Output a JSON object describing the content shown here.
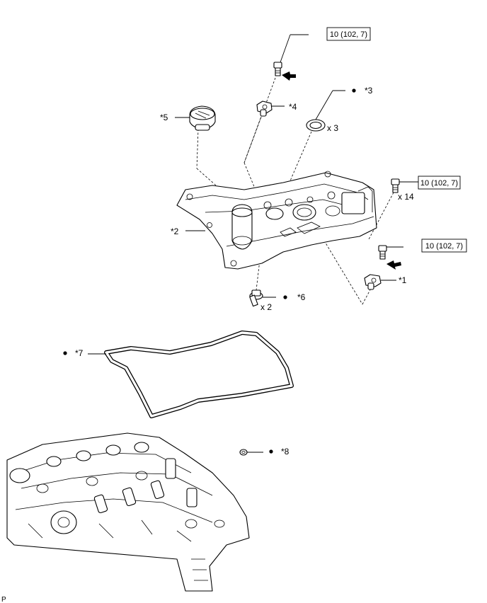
{
  "torque_specs": [
    {
      "id": "top-bolt",
      "text": "10 (102, 7)"
    },
    {
      "id": "side-bolts",
      "text": "10 (102, 7)"
    },
    {
      "id": "sensor-bolt",
      "text": "10 (102, 7)"
    }
  ],
  "part_callouts": {
    "p1": "*1",
    "p2": "*2",
    "p3": "*3",
    "p4": "*4",
    "p5": "*5",
    "p6": "*6",
    "p7": "*7",
    "p8": "*8"
  },
  "quantities": {
    "plug_tube_gaskets": "x 3",
    "cover_bolts": "x 14",
    "washers": "x 2"
  },
  "corner_code": "P",
  "legend": {
    "new_part_marker": "dot-symbol",
    "arrow_meaning": "front-direction-arrow"
  }
}
